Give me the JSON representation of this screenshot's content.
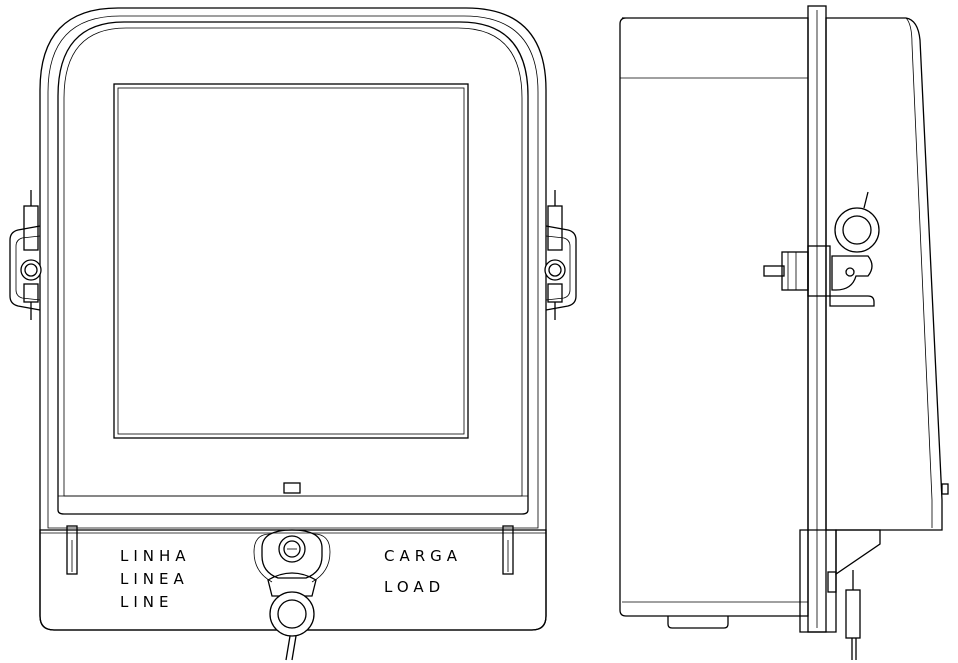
{
  "front_view": {
    "line_labels": [
      "LINHA",
      "LINEA",
      "LINE"
    ],
    "load_labels": [
      "CARGA",
      "LOAD"
    ]
  },
  "colors": {
    "stroke": "#000000",
    "background": "#ffffff"
  }
}
